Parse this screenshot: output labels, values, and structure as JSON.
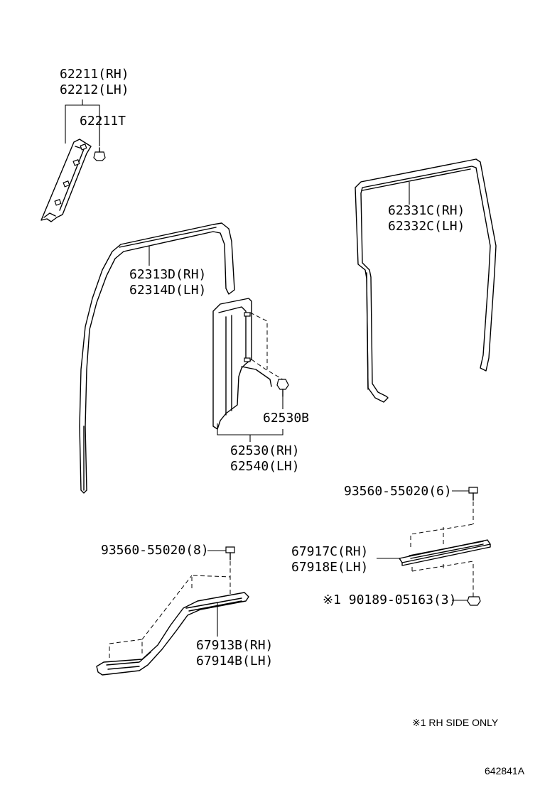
{
  "labels": {
    "pillar_rh": "62211(RH)",
    "pillar_lh": "62212(LH)",
    "clip_t": "62211T",
    "rear_weather_rh": "62331C(RH)",
    "rear_weather_lh": "62332C(LH)",
    "front_weather_rh": "62313D(RH)",
    "front_weather_lh": "62314D(LH)",
    "center_clip": "62530B",
    "center_pillar_rh": "62530(RH)",
    "center_pillar_lh": "62540(LH)",
    "screw_rear": "93560-55020(6)",
    "rear_scuff_rh": "67917C(RH)",
    "rear_scuff_lh": "67918E(LH)",
    "clip_rear": "※1 90189-05163(3)",
    "screw_front": "93560-55020(8)",
    "front_scuff_rh": "67913B(RH)",
    "front_scuff_lh": "67914B(LH)"
  },
  "footnote": "※1 RH SIDE ONLY",
  "diagram_id": "642841A"
}
